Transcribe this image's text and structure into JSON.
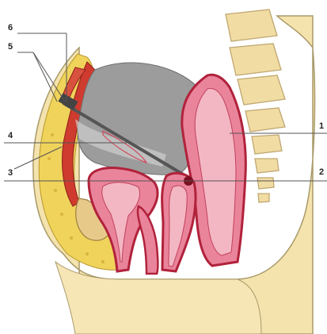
{
  "labels": {
    "l1": "1",
    "l2": "2",
    "l3": "3",
    "l4": "4",
    "l5": "5",
    "l6": "6"
  },
  "colors": {
    "skin_fill": "#f4e3ad",
    "skin_outline": "#a99a6a",
    "fat_yellow": "#f0d35a",
    "muscle_red": "#cf3b2f",
    "organ_pink": "#e9849b",
    "organ_outline": "#b1223b",
    "cavity_gray": "#9c9c9c",
    "bone": "#f1dca3",
    "bone_outline": "#bfa872"
  }
}
